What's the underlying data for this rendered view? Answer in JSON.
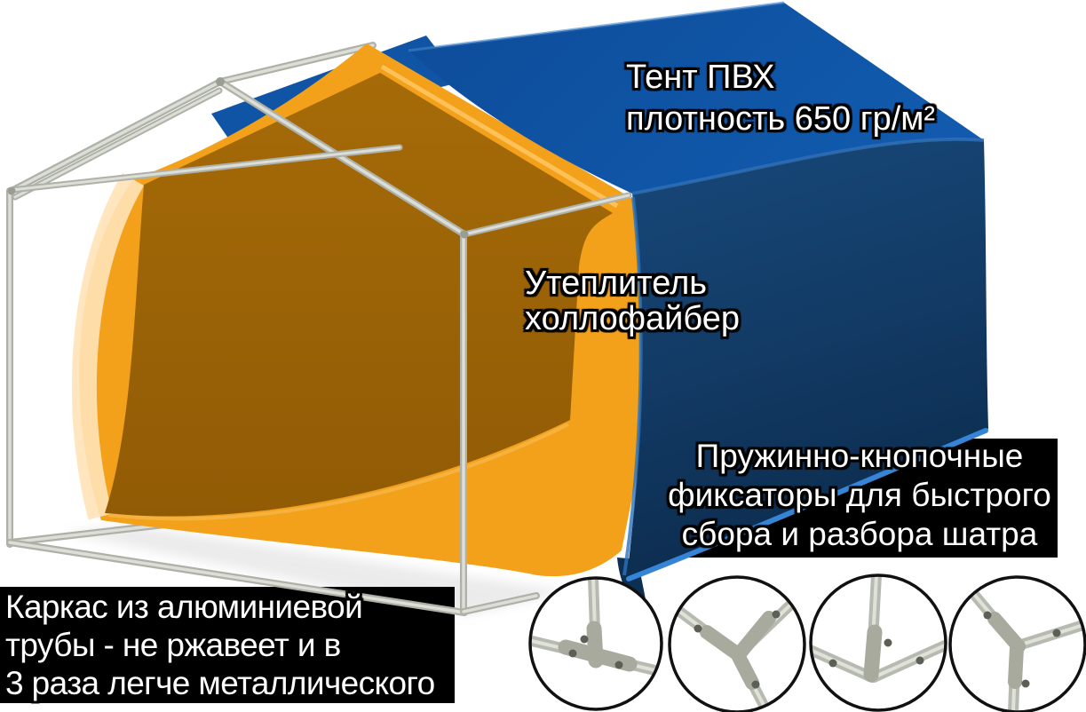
{
  "labels": {
    "tent_pvc": {
      "lines": [
        "Тент ПВХ",
        "плотность 650 гр/м²"
      ]
    },
    "insulation": {
      "lines": [
        "Утеплитель",
        "холлофайбер"
      ]
    },
    "fixators": {
      "lines": [
        "Пружинно-кнопочные",
        "фиксаторы для быстрого",
        "сбора и разбора шатра"
      ]
    },
    "frame": {
      "lines": [
        "Каркас из алюминиевой",
        "трубы - не ржавеет и в",
        "3 раза легче металлического"
      ]
    }
  },
  "connectors": [
    {
      "name": "t-joint-connector"
    },
    {
      "name": "three-way-y-connector"
    },
    {
      "name": "corner-elbow-connector"
    },
    {
      "name": "three-way-corner-connector"
    }
  ],
  "colors": {
    "tent_roof_blue": "#1055A5",
    "tent_wall_blue": "#123A64",
    "tent_edge_highlight": "#3584D6",
    "insulation_orange": "#F3A11B",
    "insulation_brown": "#9C6407",
    "insulation_pale": "#FFE3B8",
    "frame_grey": "#B7BAB0",
    "label_bg": "#000000",
    "label_text": "#FFFFFF"
  }
}
